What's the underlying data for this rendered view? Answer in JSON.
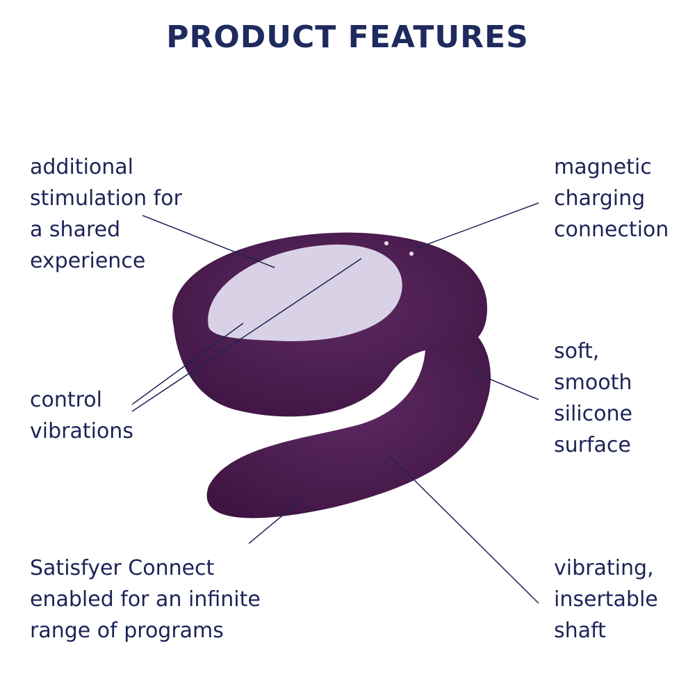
{
  "title": "PRODUCT FEATURES",
  "features": {
    "shared": [
      "additional",
      "stimulation for",
      "a shared",
      "experience"
    ],
    "control": [
      "control",
      "vibrations"
    ],
    "app": [
      "Satisfyer Connect",
      "enabled for an infinite",
      "range of programs"
    ],
    "charging": [
      "magnetic",
      "charging",
      "connection"
    ],
    "silicone": [
      "soft,",
      "smooth",
      "silicone",
      "surface"
    ],
    "shaft": [
      "vibrating,",
      "insertable",
      "shaft"
    ]
  },
  "colors": {
    "text": "#1d2356",
    "product": "#4b1a50",
    "panel": "#d9d2e6"
  }
}
